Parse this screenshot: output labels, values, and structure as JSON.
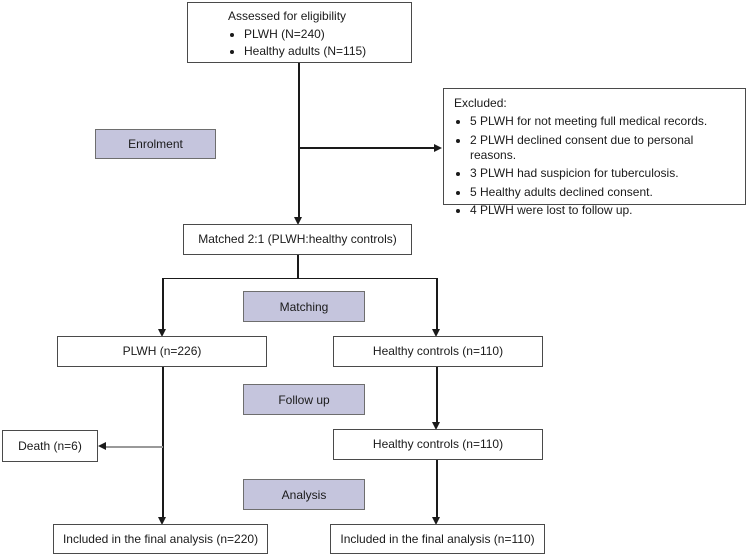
{
  "diagram": {
    "title": "Study enrolment flow diagram",
    "boxes": {
      "assessed": {
        "title": "Assessed for eligibility",
        "bullets": [
          "PLWH (N=240)",
          "Healthy adults (N=115)"
        ]
      },
      "excluded": {
        "title": "Excluded:",
        "bullets": [
          "5 PLWH for not meeting full medical records.",
          "2 PLWH declined consent due to personal reasons.",
          "3 PLWH had suspicion for tuberculosis.",
          "5 Healthy adults declined consent.",
          "4 PLWH were lost to follow up."
        ]
      },
      "matched": {
        "label": "Matched 2:1 (PLWH:healthy controls)"
      },
      "plwh": {
        "label": "PLWH (n=226)"
      },
      "healthy_matched": {
        "label": "Healthy controls (n=110)"
      },
      "death": {
        "label": "Death (n=6)"
      },
      "healthy_followup": {
        "label": "Healthy controls (n=110)"
      },
      "included_plwh": {
        "label": "Included in the final analysis (n=220)"
      },
      "included_healthy": {
        "label": "Included in the final analysis (n=110)"
      }
    },
    "stage_labels": {
      "enrolment": "Enrolment",
      "matching": "Matching",
      "follow_up": "Follow up",
      "analysis": "Analysis"
    },
    "colors": {
      "stage_label_fill": "#c5c5dd",
      "box_border": "#4a4a4a",
      "connector": "#1a1a1a",
      "death_connector": "#999999",
      "background": "#ffffff"
    }
  }
}
